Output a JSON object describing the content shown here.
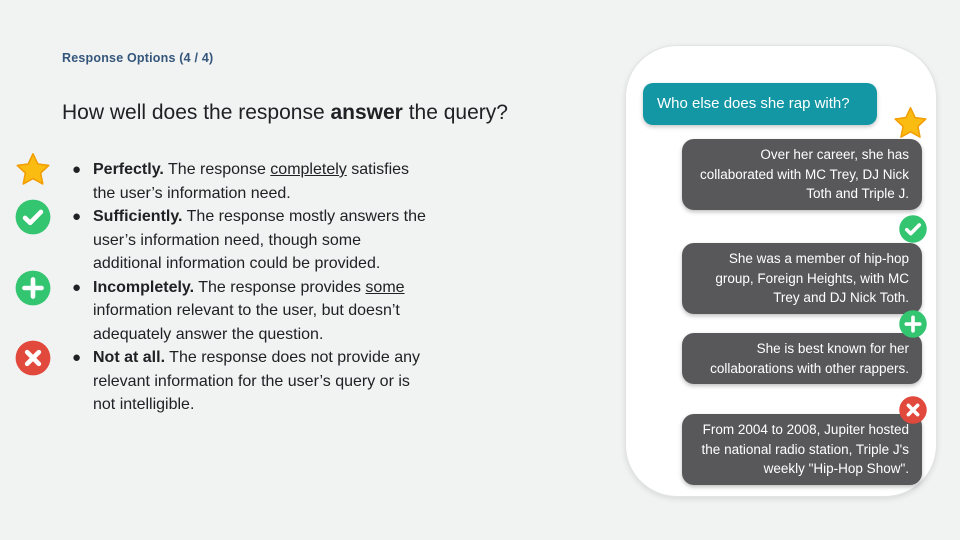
{
  "slide": {
    "eyebrow": "Response Options (4 / 4)",
    "title_segments": [
      {
        "text": "How well does the response ",
        "bold": false
      },
      {
        "text": "answer",
        "bold": true
      },
      {
        "text": " the query?",
        "bold": false
      }
    ],
    "bullet_glyph": "●",
    "options": [
      {
        "icon": "star",
        "segments": [
          {
            "text": "Perfectly.",
            "bold": true
          },
          {
            "text": " The response ",
            "bold": false
          },
          {
            "text": "completely",
            "bold": false,
            "underline": true
          },
          {
            "text": " satisfies the user’s information need.",
            "bold": false
          }
        ]
      },
      {
        "icon": "check",
        "segments": [
          {
            "text": "Sufficiently.",
            "bold": true
          },
          {
            "text": " The response mostly answers the user’s information need, though some additional information could be provided.",
            "bold": false
          }
        ]
      },
      {
        "icon": "plus",
        "segments": [
          {
            "text": "Incompletely.",
            "bold": true
          },
          {
            "text": " The response provides ",
            "bold": false
          },
          {
            "text": "some",
            "bold": false,
            "underline": true
          },
          {
            "text": " information relevant to the user, but doesn’t adequately answer the question.",
            "bold": false
          }
        ]
      },
      {
        "icon": "cross",
        "segments": [
          {
            "text": "Not at all.",
            "bold": true
          },
          {
            "text": " The response does not provide any relevant information for the user’s query or is not intelligible.",
            "bold": false
          }
        ]
      }
    ]
  },
  "phone": {
    "user_query": "Who else does she rap with?",
    "responses": [
      {
        "icon": "star",
        "text": "Over her career, she has collaborated with MC Trey, DJ Nick Toth and Triple J."
      },
      {
        "icon": "check",
        "text": "She was a member of hip-hop group, Foreign Heights, with MC Trey and DJ Nick Toth."
      },
      {
        "icon": "plus",
        "text": "She is best known for her collaborations with other rappers."
      },
      {
        "icon": "cross",
        "text": "From 2004 to 2008, Jupiter hosted the national radio station, Triple J's weekly \"Hip-Hop Show\"."
      }
    ]
  },
  "colors": {
    "background": "#f1f2f2",
    "eyebrow": "#35567b",
    "title": "#202124",
    "body": "#202124",
    "phone_bg": "#ffffff",
    "query_bubble": "#1397a5",
    "response_bubble": "#58585a",
    "star": "#fbbc12",
    "star_edge": "#f29d00",
    "green": "#34c571",
    "red": "#e2493d"
  }
}
